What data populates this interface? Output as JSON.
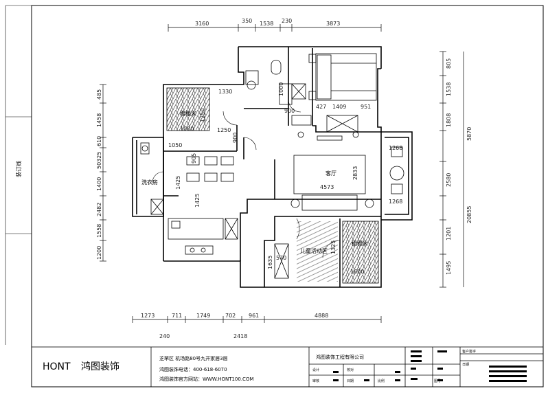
{
  "binding_strip": {
    "label": "装订线"
  },
  "plan": {
    "rooms": {
      "dining_stone": "榻榻米",
      "laundry": "洗衣房",
      "living": "客厅",
      "kids_area": "儿童活动区",
      "bedroom_stone": "榻榻米"
    },
    "interior_dims": {
      "d1": "1050",
      "d2": "1000",
      "d3": "1330",
      "d4": "1250",
      "d5": "1000",
      "d6": "900",
      "d7": "900",
      "d8": "1409",
      "d9": "427",
      "d10": "951",
      "d11": "4573",
      "d12": "2833",
      "d13": "1268",
      "d14": "1268",
      "d15": "1600",
      "d16": "1635",
      "d17": "570",
      "d18": "1250",
      "d19": "905",
      "d20": "1425",
      "d21": "1425",
      "d22": "1325"
    },
    "top_dims": [
      "3160",
      "350",
      "1538",
      "230",
      "3873"
    ],
    "bottom_dims": [
      "1273",
      "711",
      "1749",
      "702",
      "961",
      "4888"
    ],
    "bottom_totals": [
      "240",
      "2418"
    ],
    "left_dims": [
      "485",
      "1458",
      "610",
      "50325",
      "1400",
      "2482",
      "1558",
      "1200"
    ],
    "right_dims": [
      "805",
      "1538",
      "1808",
      "5870",
      "2580",
      "20855",
      "1201",
      "1495"
    ]
  },
  "title_block": {
    "brand_en": "HONT",
    "brand_cn": "鸿图装饰",
    "address": "芝罘区 机场路80号九开家居3层",
    "phone": "鸿图装饰电话：400-618-6070",
    "website": "鸿图装饰官方网站：WWW.HONT100.COM",
    "company": "鸿图装饰工程有限公司",
    "small_labels": [
      "设计",
      "审核",
      "校对",
      "日期",
      "比例",
      "图号",
      "客户签字",
      "日期"
    ]
  }
}
